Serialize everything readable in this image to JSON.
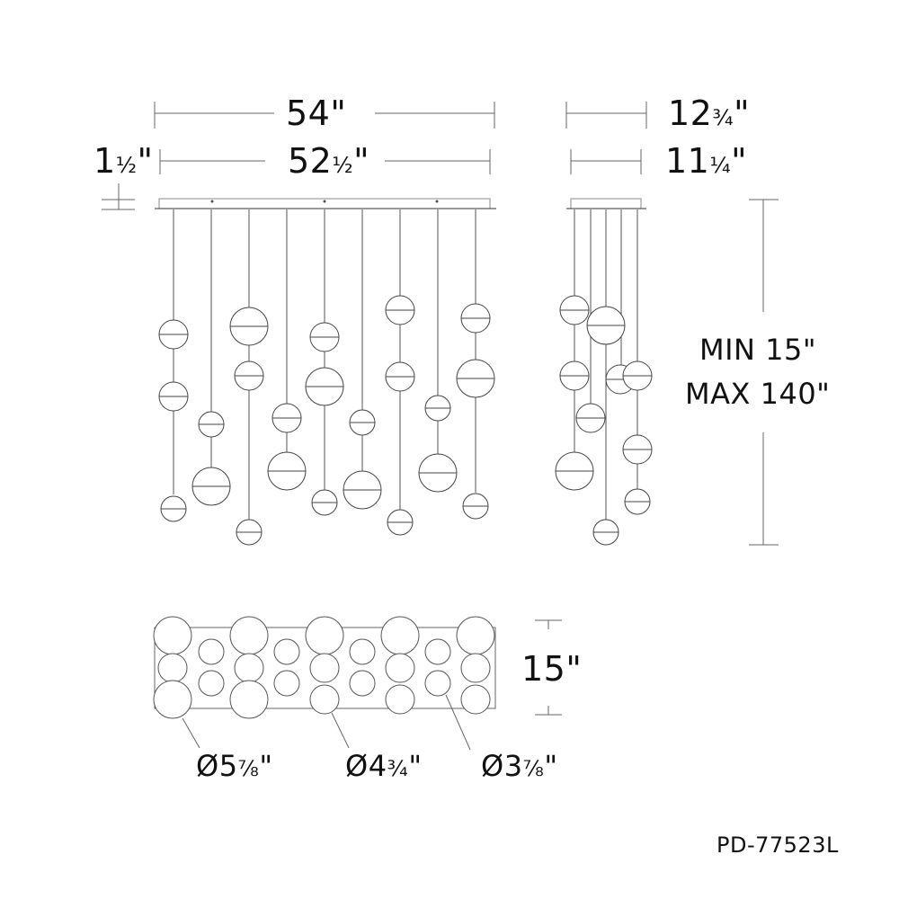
{
  "dimensions": {
    "overall_width": "54\"",
    "canopy_width_whole": "52",
    "canopy_width_frac": "½",
    "canopy_width_unit": "\"",
    "canopy_height_whole": "1",
    "canopy_height_frac": "½",
    "canopy_height_unit": "\"",
    "overall_depth_whole": "12",
    "overall_depth_frac": "¾",
    "overall_depth_unit": "\"",
    "canopy_depth_whole": "11",
    "canopy_depth_frac": "¼",
    "canopy_depth_unit": "\"",
    "height_min": "MIN 15\"",
    "height_max": "MAX 140\"",
    "plan_depth": "15\""
  },
  "globe_sizes": [
    {
      "prefix": "Ø5",
      "frac": "⅞",
      "unit": "\""
    },
    {
      "prefix": "Ø4",
      "frac": "¾",
      "unit": "\""
    },
    {
      "prefix": "Ø3",
      "frac": "⅞",
      "unit": "\""
    }
  ],
  "model_number": "PD-77523L",
  "colors": {
    "line": "#555555",
    "text": "#111111"
  }
}
